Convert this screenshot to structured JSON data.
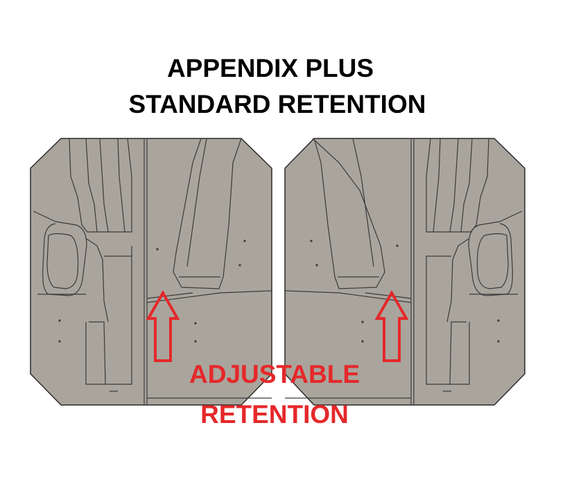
{
  "title": {
    "line1": "APPENDIX PLUS",
    "line2": "STANDARD RETENTION"
  },
  "callout": {
    "line1": "ADJUSTABLE",
    "line2": "RETENTION"
  },
  "colors": {
    "panel_fill": "#a9a59d",
    "panel_stroke": "#2a2a2a",
    "arrow": "#e5282a",
    "text": "#000000"
  },
  "panels": [
    {
      "name": "left-holster-panel",
      "orientation": "normal"
    },
    {
      "name": "right-holster-panel",
      "orientation": "mirrored"
    }
  ],
  "icons": [
    "up-arrow-icon",
    "up-arrow-icon"
  ]
}
